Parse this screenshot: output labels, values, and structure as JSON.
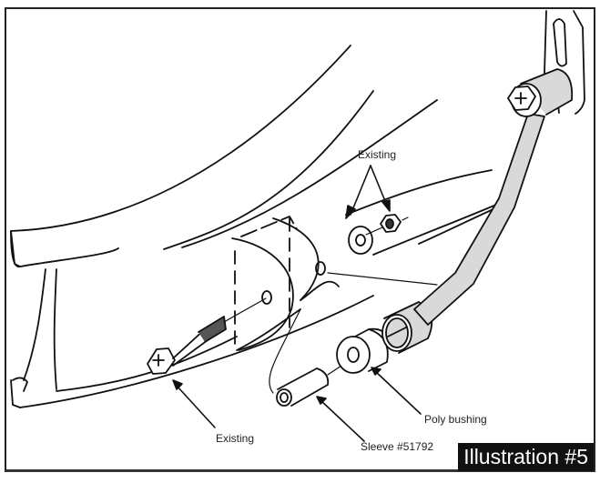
{
  "figure": {
    "badge": "Illustration #5",
    "labels": {
      "existing_top": "Existing",
      "existing_bottom": "Existing",
      "poly_bushing": "Poly bushing",
      "sleeve": "Sleeve #51792"
    },
    "colors": {
      "line": "#111111",
      "fill_gray": "#d9d9d9",
      "badge_bg": "#111111",
      "badge_text": "#ffffff"
    }
  }
}
